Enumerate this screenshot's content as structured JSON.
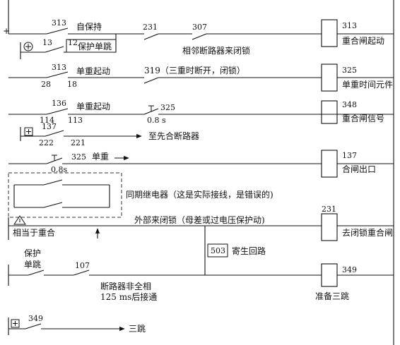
{
  "rails": {
    "plus_label": "+"
  },
  "row1": {
    "c313": "313",
    "text_self_hold": "自保持",
    "c231": "231",
    "c307": "307",
    "note_adjacent_breaker": "相邻断路器来闭锁",
    "c13": "13",
    "c12": "12",
    "text_protect_single_trip": "保护单跳",
    "coil_num": "313",
    "coil_label": "重合闸起动"
  },
  "row2": {
    "c313": "313",
    "c28": "28",
    "c18": "18",
    "text_single_reclose_start": "单重起动",
    "note_319": "319（三重时断开，闭锁）",
    "coil_num": "325",
    "coil_label": "单重时间元件"
  },
  "row3": {
    "c136": "136",
    "c114": "114",
    "c113": "113",
    "text_single_reclose_start": "单重起动",
    "c325": "325",
    "time": "0.8 s",
    "coil_num": "348",
    "coil_label": "重合闸信号",
    "c137": "137",
    "c222": "222",
    "c221": "221",
    "to_first_breaker": "至先合断路器"
  },
  "row4": {
    "c325": "325",
    "text_single": "单重",
    "time": "0.8s",
    "coil_num": "137",
    "coil_label": "合闸出口"
  },
  "sync": {
    "note": "同期继电器（这是实际接线，是错误的)"
  },
  "row5": {
    "equiv_reclose": "相当于重合",
    "external_lock": "外部来闭锁（母差或过电压保护动)",
    "coil_num": "231",
    "coil_label": "去闭锁重合闸",
    "parasitic_num": "503",
    "parasitic_label": "寄生回路"
  },
  "row6": {
    "protect_line1": "保护",
    "protect_line2": "单跳",
    "c107": "107",
    "breaker_note1": "断路器非全相",
    "breaker_note2": "125 ms后接通",
    "coil_num": "349",
    "coil_label": "准备三跳"
  },
  "row7": {
    "c349": "349",
    "three_trip": "三跳"
  }
}
